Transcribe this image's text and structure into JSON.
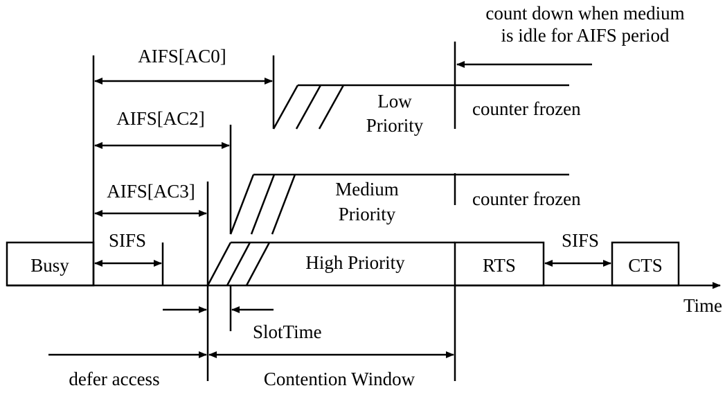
{
  "diagram": {
    "labels": {
      "count_down_line1": "count down when medium",
      "count_down_line2": "is idle for AIFS period",
      "aifs_ac0": "AIFS[AC0]",
      "aifs_ac2": "AIFS[AC2]",
      "aifs_ac3": "AIFS[AC3]",
      "sifs_left": "SIFS",
      "sifs_right": "SIFS",
      "low_priority_line1": "Low",
      "low_priority_line2": "Priority",
      "medium_priority_line1": "Medium",
      "medium_priority_line2": "Priority",
      "high_priority": "High Priority",
      "counter_frozen_low": "counter frozen",
      "counter_frozen_medium": "counter frozen",
      "busy": "Busy",
      "rts": "RTS",
      "cts": "CTS",
      "time": "Time",
      "slot_time": "SlotTime",
      "defer_access": "defer access",
      "contention_window": "Contention Window"
    },
    "colors": {
      "ink": "#000000",
      "background": "#ffffff"
    }
  }
}
